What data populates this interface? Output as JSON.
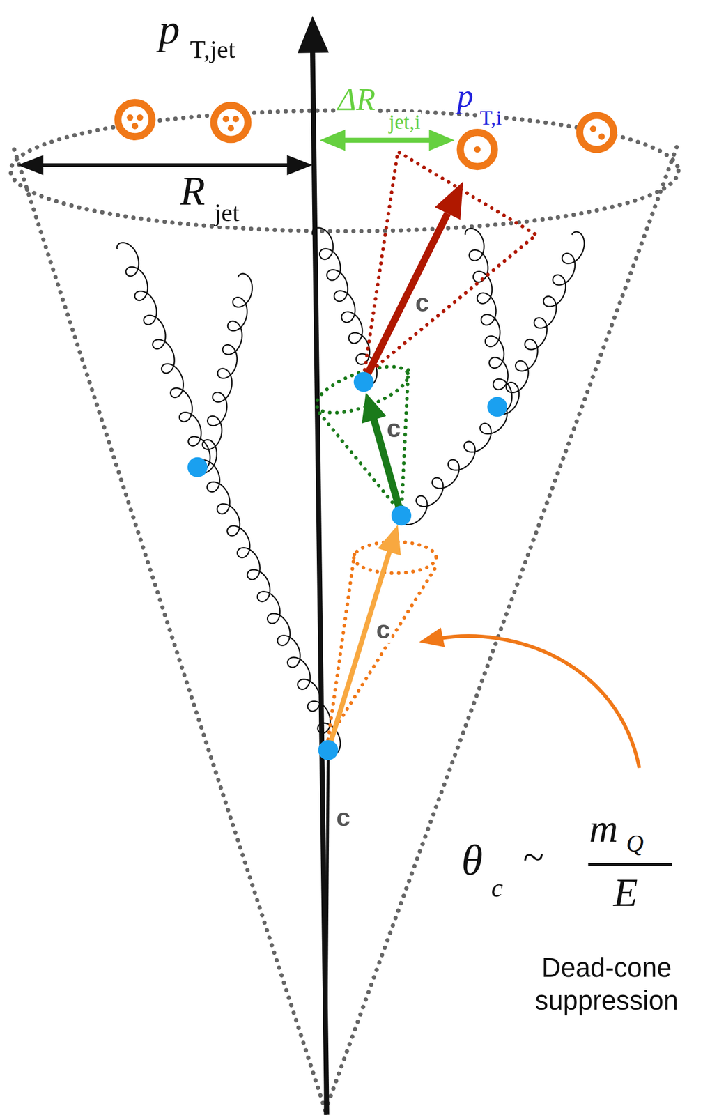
{
  "diagram": {
    "labels": [
      "p",
      "T,jet",
      "ΔR",
      "jet,i",
      "p",
      "T,i",
      "R",
      "jet",
      "c",
      "c",
      "c",
      "c",
      "θ",
      "c",
      "~",
      "m",
      "Q",
      "E",
      "Dead-cone suppression"
    ]
  }
}
